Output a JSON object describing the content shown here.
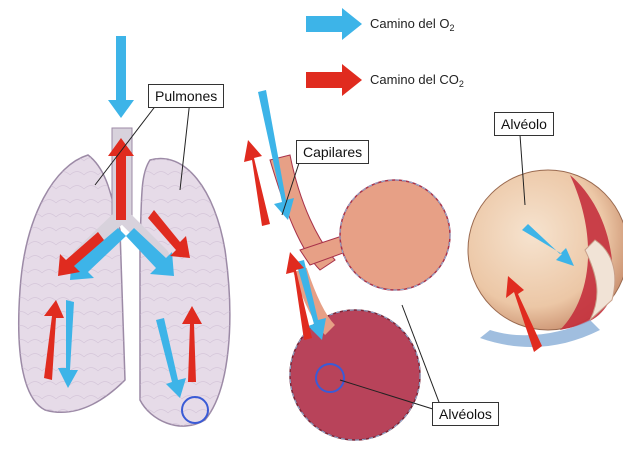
{
  "legend": {
    "o2": {
      "text": "Camino del O",
      "sub": "2",
      "color": "#3db4e8"
    },
    "co2": {
      "text": "Camino del CO",
      "sub": "2",
      "color": "#e02b1f"
    }
  },
  "labels": {
    "lungs": "Pulmones",
    "capillaries": "Capilares",
    "alveolus": "Alvéolo",
    "alveoli": "Alvéolos"
  },
  "colors": {
    "lung_fill": "#e6dbe8",
    "lung_edge": "#9c8aa6",
    "trachea": "#d8d2dc",
    "alveoli_pink": "#e7a086",
    "alveoli_dark": "#a8324a",
    "vessel_blue": "#8fb3d9",
    "zoom_skin": "#f2d7bf",
    "zoom_red": "#c4303d"
  }
}
